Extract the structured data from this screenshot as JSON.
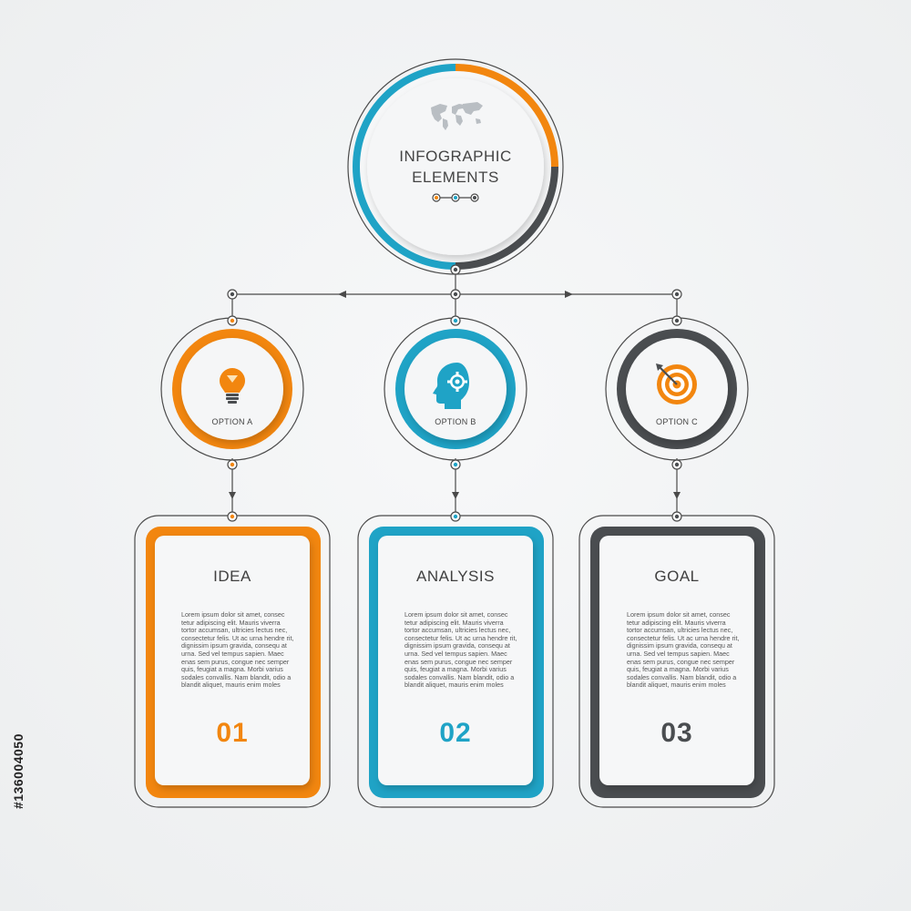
{
  "header": {
    "title_line1": "INFOGRAPHIC",
    "title_line2": "ELEMENTS"
  },
  "options": [
    {
      "label": "OPTION A",
      "icon": "lightbulb-icon",
      "color": "#f2860f"
    },
    {
      "label": "OPTION B",
      "icon": "head-gear-icon",
      "color": "#1fa3c6"
    },
    {
      "label": "OPTION C",
      "icon": "target-icon",
      "color": "#4a4d50"
    }
  ],
  "cards": [
    {
      "title": "IDEA",
      "number": "01",
      "color": "#f2860f"
    },
    {
      "title": "ANALYSIS",
      "number": "02",
      "color": "#1fa3c6"
    },
    {
      "title": "GOAL",
      "number": "03",
      "color": "#4a4d50"
    }
  ],
  "body_text": "Lorem ipsum dolor sit amet, consec tetur adipiscing elit. Mauris viverra tortor accumsan, ultricies lectus nec, consectetur felis. Ut ac urna hendre rit, dignissim ipsum gravida, consequ at urna. Sed vel tempus sapien. Maec enas sem purus, congue nec semper quis, feugiat a magna. Morbi varius sodales convallis. Nam blandit, odio a blandit aliquet, mauris enim moles",
  "stock_id": "#136004050",
  "colors": {
    "orange": "#f2860f",
    "blue": "#1fa3c6",
    "dark": "#4a4d50",
    "line": "#4a4a4a"
  }
}
